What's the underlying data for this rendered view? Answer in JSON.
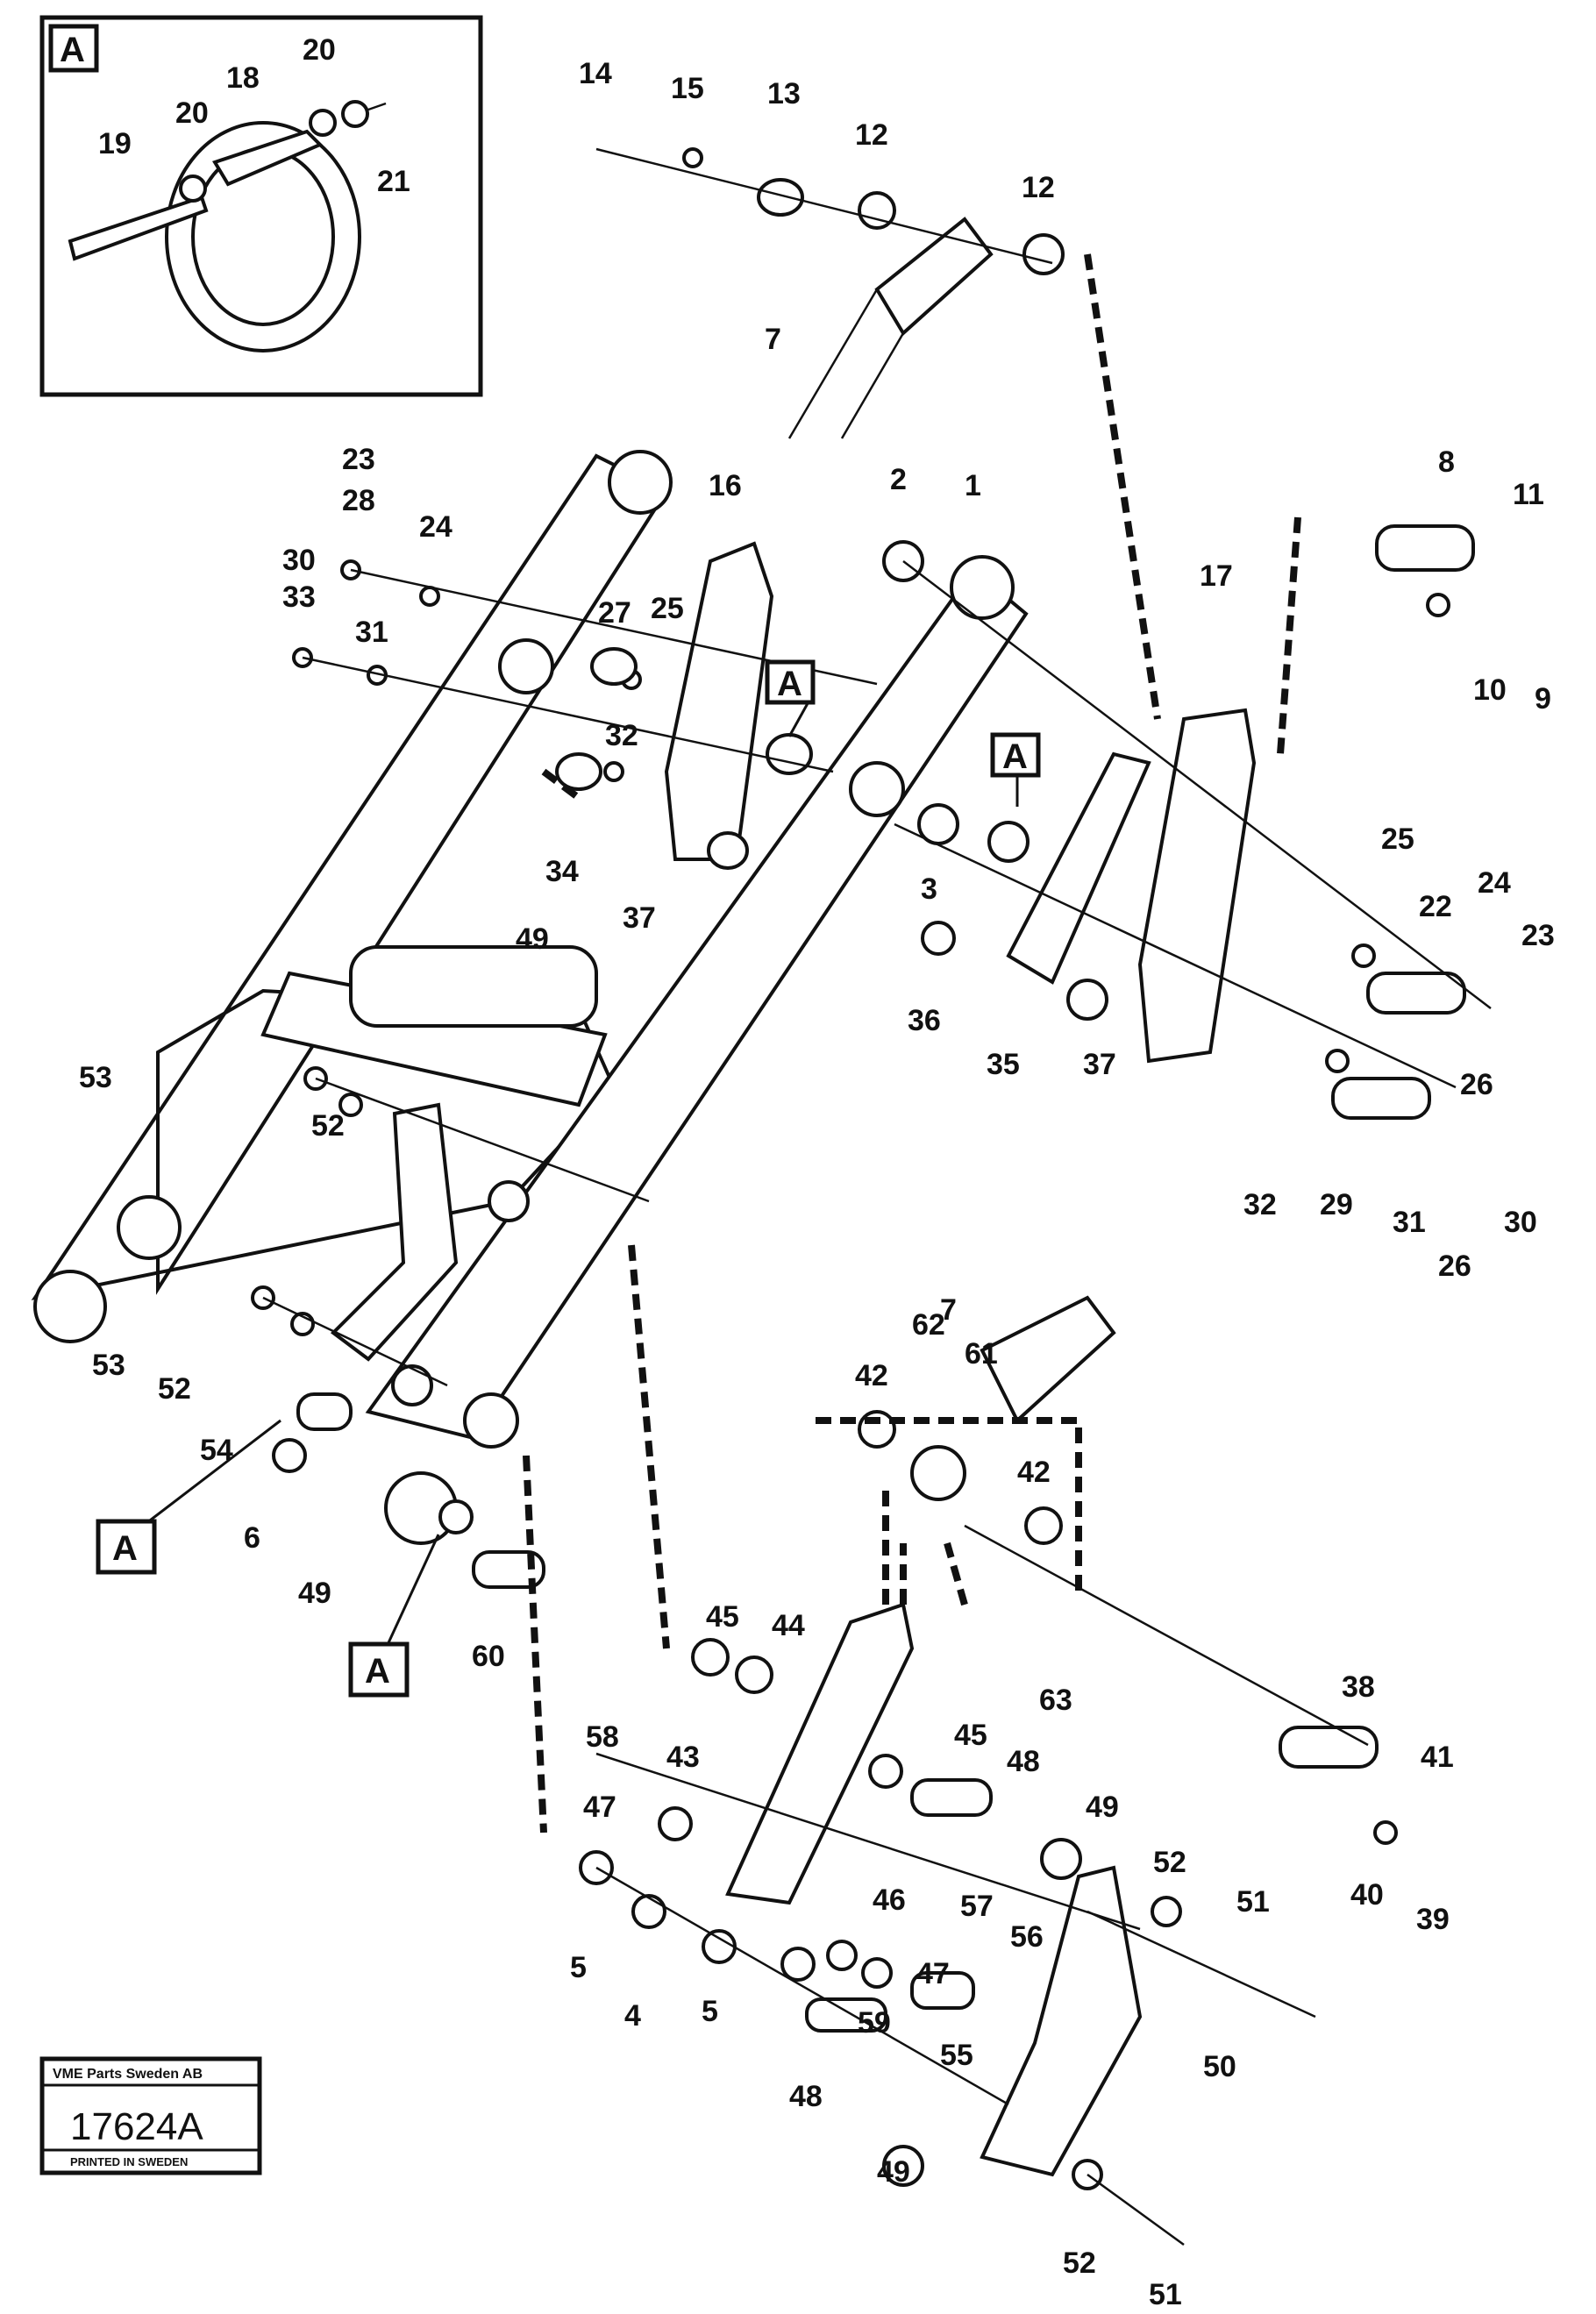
{
  "callouts": {
    "inset_marker": "A",
    "ref_markers": [
      "A",
      "A",
      "A",
      "A"
    ]
  },
  "part_numbers": [
    "1",
    "2",
    "3",
    "4",
    "5",
    "6",
    "7",
    "8",
    "9",
    "10",
    "11",
    "12",
    "13",
    "14",
    "15",
    "16",
    "17",
    "18",
    "19",
    "20",
    "21",
    "22",
    "23",
    "24",
    "25",
    "26",
    "27",
    "28",
    "29",
    "30",
    "31",
    "32",
    "33",
    "34",
    "35",
    "36",
    "37",
    "38",
    "39",
    "40",
    "41",
    "42",
    "43",
    "44",
    "45",
    "46",
    "47",
    "48",
    "49",
    "50",
    "51",
    "52",
    "53",
    "54",
    "55",
    "56",
    "57",
    "58",
    "59",
    "60",
    "61",
    "62",
    "63"
  ],
  "stamp": {
    "company": "VME Parts Sweden AB",
    "number": "17624A",
    "printed": "PRINTED IN SWEDEN"
  }
}
